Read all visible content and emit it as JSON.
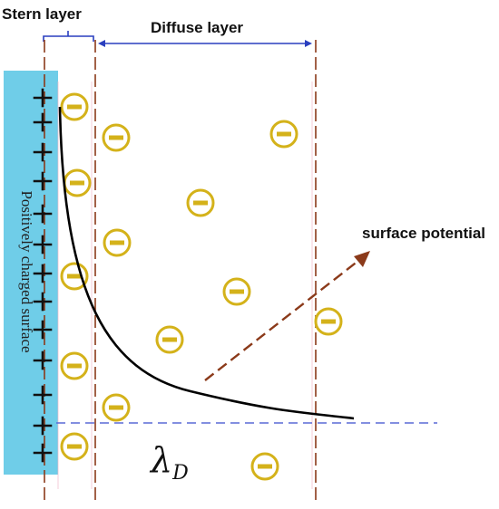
{
  "labels": {
    "stern": "Stern layer",
    "diffuse": "Diffuse layer",
    "surface_potential": "surface potential",
    "surface": "Positively charged surface",
    "lambda_symbol": "λ",
    "lambda_sub": "D"
  },
  "colors": {
    "surface_fill": "#6fcde8",
    "ion_color": "#d4b21a",
    "boundary_line": "#8b3a1a",
    "bracket_line": "#2a3fbf",
    "dashed_horizontal": "#5a6ad6",
    "arrow": "#8b3a1a",
    "curve": "#000000"
  },
  "glyphs": {
    "plus": "+",
    "minus_ion": "negative-ion-icon"
  }
}
